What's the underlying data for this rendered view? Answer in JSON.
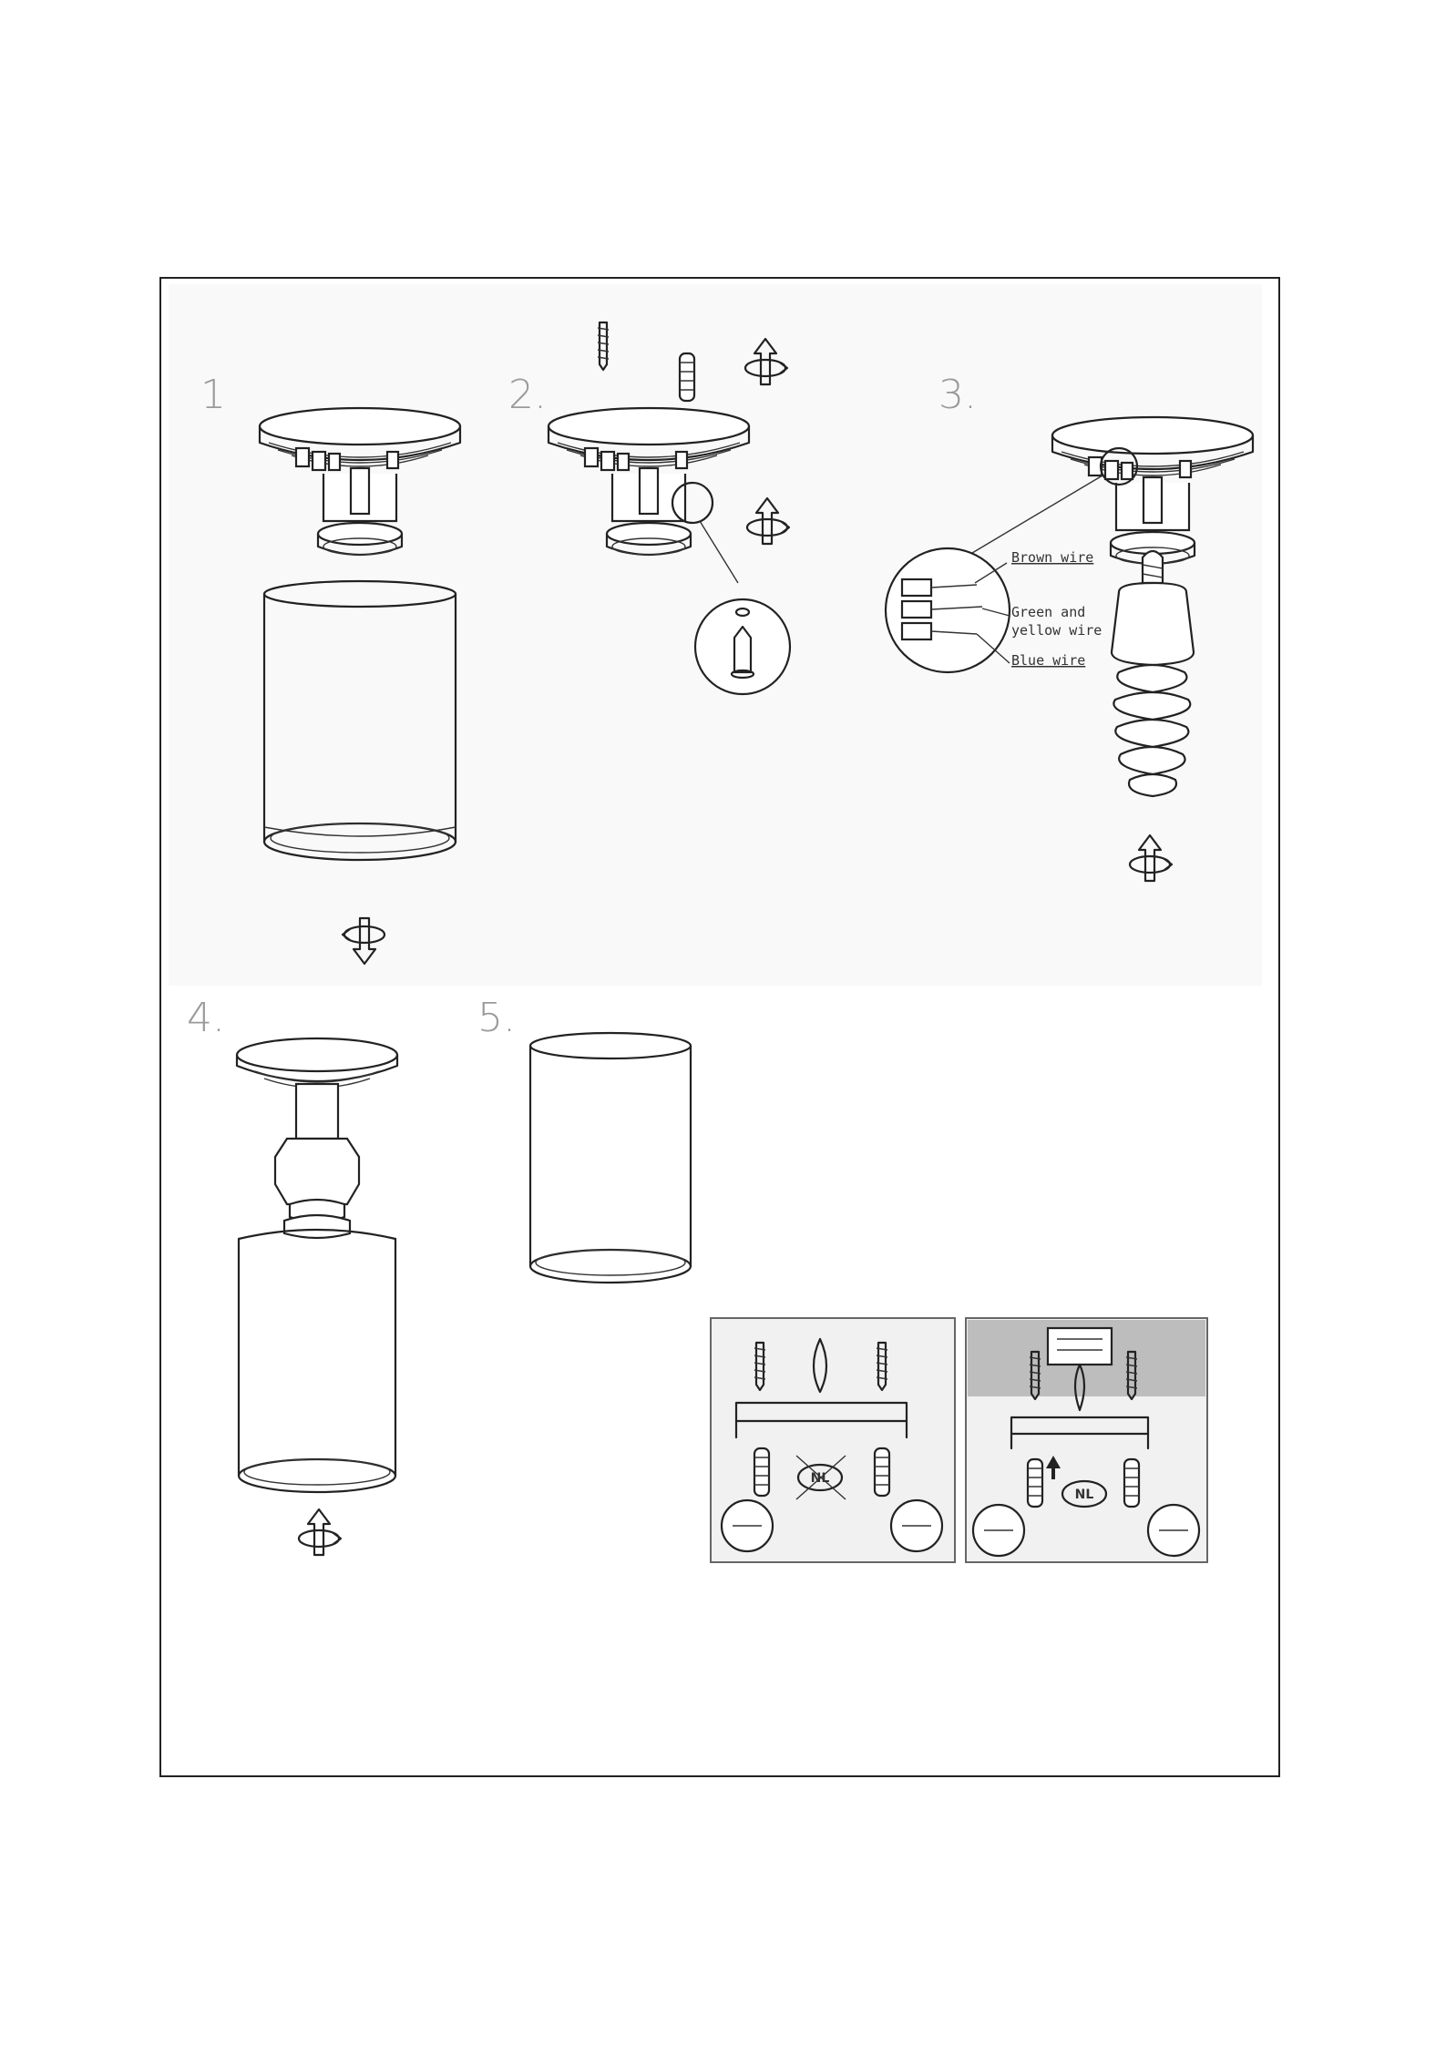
{
  "steps": [
    {
      "number": "1"
    },
    {
      "number": "2."
    },
    {
      "number": "3."
    },
    {
      "number": "4."
    },
    {
      "number": "5."
    }
  ],
  "wiring": {
    "brown": "Brown wire",
    "green_yellow_1": "Green and",
    "green_yellow_2": "yellow wire",
    "blue": "Blue wire"
  },
  "mounting_panels": {
    "left_mark": "NL",
    "right_mark": "NL"
  },
  "colors": {
    "line": "#222222",
    "panel_bg": "#f1f1f1",
    "ceiling": "#bdbdbd",
    "step_number": "#9a9a9a"
  }
}
